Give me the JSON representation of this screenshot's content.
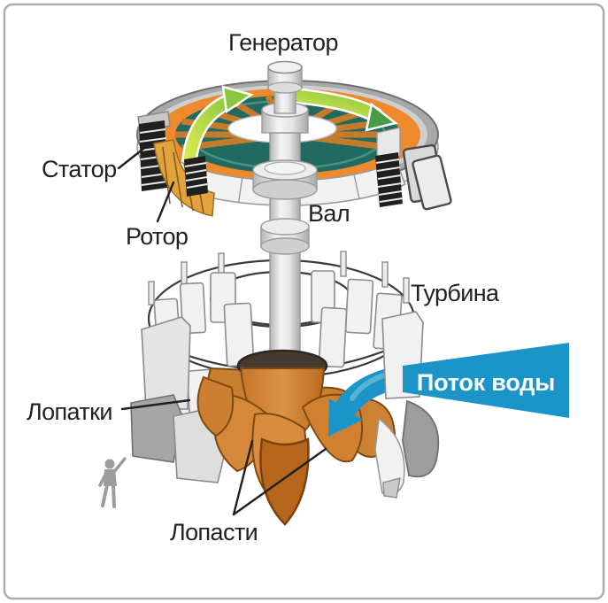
{
  "diagram": {
    "labels": {
      "generator": "Генератор",
      "stator": "Статор",
      "rotor": "Ротор",
      "shaft": "Вал",
      "turbine": "Турбина",
      "water_flow": "Поток воды",
      "guide_vanes": "Лопатки",
      "runner_blades": "Лопасти"
    },
    "colors": {
      "label_text": "#231f20",
      "water_flow_blue": "#1b95c7",
      "rotation_arrow_green": "#8cc63f",
      "rotation_arrow_head_dark": "#4a9b45",
      "stator_ring_orange": "#ee8a2b",
      "generator_core_teal": "#206a5f",
      "rotor_winding_tan": "#e2a33c",
      "lamination_black": "#1f1f1f",
      "runner_orange": "#d0812f",
      "runner_bulb_dark_orange": "#b5661c",
      "concrete_gray": "#c0c0c0",
      "frame_border": "#a9adb0"
    }
  }
}
